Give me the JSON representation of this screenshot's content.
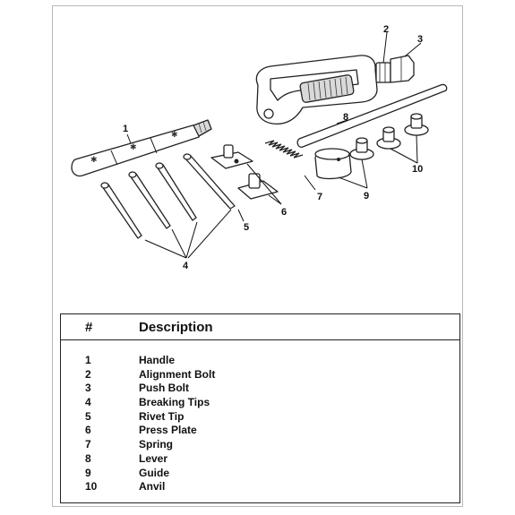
{
  "table": {
    "header_num": "#",
    "header_desc": "Description",
    "rows": [
      {
        "num": "1",
        "desc": "Handle"
      },
      {
        "num": "2",
        "desc": "Alignment Bolt"
      },
      {
        "num": "3",
        "desc": "Push Bolt"
      },
      {
        "num": "4",
        "desc": "Breaking Tips"
      },
      {
        "num": "5",
        "desc": "Rivet Tip"
      },
      {
        "num": "6",
        "desc": "Press Plate"
      },
      {
        "num": "7",
        "desc": "Spring"
      },
      {
        "num": "8",
        "desc": "Lever"
      },
      {
        "num": "9",
        "desc": "Guide"
      },
      {
        "num": "10",
        "desc": "Anvil"
      }
    ]
  },
  "callouts": {
    "c1": "1",
    "c2": "2",
    "c3": "3",
    "c4": "4",
    "c5": "5",
    "c6": "6",
    "c7": "7",
    "c8": "8",
    "c9": "9",
    "c10": "10"
  }
}
